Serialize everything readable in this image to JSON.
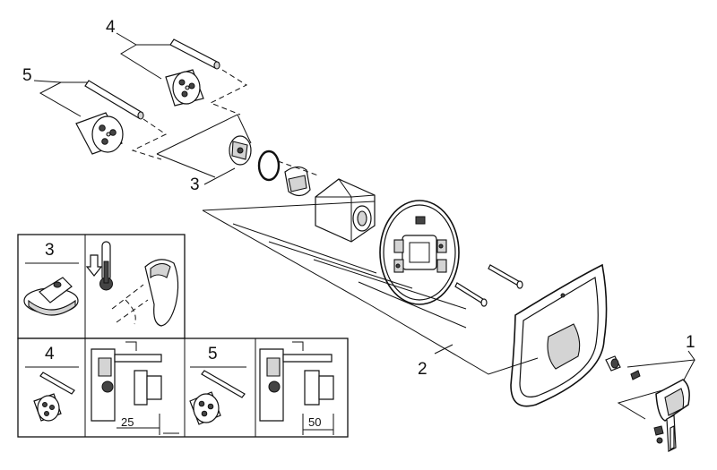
{
  "callouts": {
    "c1": "1",
    "c2": "2",
    "c3": "3",
    "c4": "4",
    "c5": "5"
  },
  "table": {
    "h3": "3",
    "h4": "4",
    "h5": "5",
    "dim25": "25",
    "dim50": "50"
  },
  "icons": [
    "thermometer-icon",
    "cold-arrow-icon",
    "lever-handle-icon"
  ]
}
